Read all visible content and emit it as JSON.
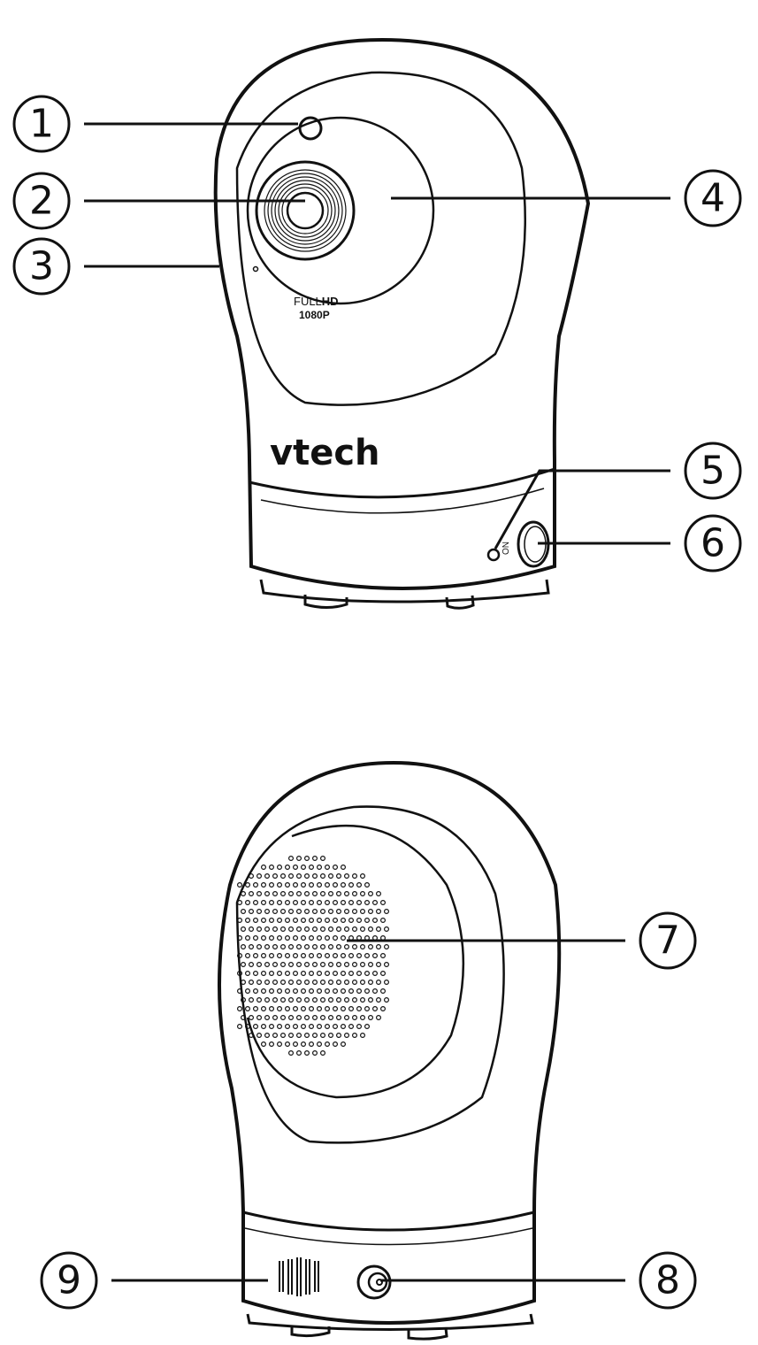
{
  "front_view": {
    "brand": "vtech",
    "lens_print_top_light": "FULL",
    "lens_print_top_bold": "HD",
    "lens_print_bottom": "1080P",
    "power_label": "ON"
  },
  "callouts": [
    {
      "number": "1"
    },
    {
      "number": "2"
    },
    {
      "number": "3"
    },
    {
      "number": "4"
    },
    {
      "number": "5"
    },
    {
      "number": "6"
    },
    {
      "number": "7"
    },
    {
      "number": "8"
    },
    {
      "number": "9"
    }
  ]
}
